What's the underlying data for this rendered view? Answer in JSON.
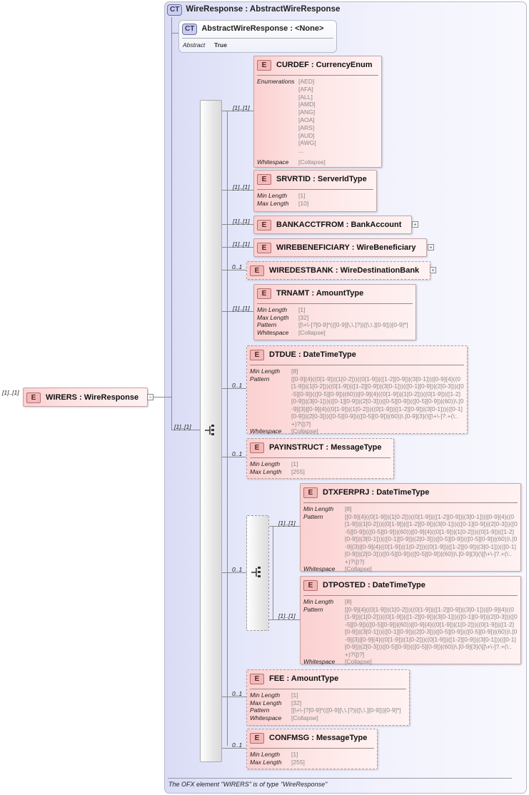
{
  "root": {
    "multiplicity": "[1]..[1]",
    "name": "WIRERS",
    "type": "WireResponse",
    "seq_multiplicity": "[1]..[1]"
  },
  "complex_type": {
    "badge": "CT",
    "name": "WireResponse",
    "base": "AbstractWireResponse",
    "abstract_box": {
      "badge": "CT",
      "name": "AbstractWireResponse",
      "base": "<None>",
      "prop_key": "Abstract",
      "prop_val": "True"
    }
  },
  "badge_e": "E",
  "elements": [
    {
      "name": "CURDEF",
      "type": "CurrencyEnum",
      "multiplicity": "[1]..[1]",
      "optional": false,
      "props": [
        {
          "k": "Enumerations",
          "v": "[AED]"
        },
        {
          "k": "",
          "v": "[AFA]"
        },
        {
          "k": "",
          "v": "[ALL]"
        },
        {
          "k": "",
          "v": "[AMD]"
        },
        {
          "k": "",
          "v": "[ANG]"
        },
        {
          "k": "",
          "v": "[AOA]"
        },
        {
          "k": "",
          "v": "[ARS]"
        },
        {
          "k": "",
          "v": "[AUD]"
        },
        {
          "k": "",
          "v": "[AWG]"
        },
        {
          "k": "",
          "v": "..."
        },
        {
          "k": "Whitespace",
          "v": "[Collapse]"
        }
      ]
    },
    {
      "name": "SRVRTID",
      "type": "ServerIdType",
      "multiplicity": "[1]..[1]",
      "optional": false,
      "props": [
        {
          "k": "Min Length",
          "v": "[1]"
        },
        {
          "k": "Max Length",
          "v": "[10]"
        }
      ]
    },
    {
      "name": "BANKACCTFROM",
      "type": "BankAccount",
      "multiplicity": "[1]..[1]",
      "optional": false,
      "expandable": true,
      "props": []
    },
    {
      "name": "WIREBENEFICIARY",
      "type": "WireBeneficiary",
      "multiplicity": "[1]..[1]",
      "optional": false,
      "expandable": true,
      "props": []
    },
    {
      "name": "WIREDESTBANK",
      "type": "WireDestinationBank",
      "multiplicity": "0..1",
      "optional": true,
      "expandable": true,
      "props": []
    },
    {
      "name": "TRNAMT",
      "type": "AmountType",
      "multiplicity": "[1]..[1]",
      "optional": false,
      "props": [
        {
          "k": "Min Length",
          "v": "[1]"
        },
        {
          "k": "Max Length",
          "v": "[32]"
        },
        {
          "k": "Pattern",
          "v": "[[\\+\\-]?[0-9]*(([0-9][\\,\\.]?)|([\\,\\.][0-9]))[0-9]*]"
        },
        {
          "k": "Whitespace",
          "v": "[Collapse]"
        }
      ]
    },
    {
      "name": "DTDUE",
      "type": "DateTimeType",
      "multiplicity": "0..1",
      "optional": true,
      "props": [
        {
          "k": "Min Length",
          "v": "[8]"
        },
        {
          "k": "Pattern",
          "v": "[[0-9]{4}((0[1-9])|(1[0-2]))((0[1-9])|([1-2][0-9])|(3[0-1]))|[0-9]{4}((0[1-9])|(1[0-2]))((0[1-9])|([1-2][0-9])|(3[0-1]))(([0-1][0-9])|(2[0-3]))([0-5][0-9])(([0-5][0-9])|(60))|[0-9]{4}((0[1-9])|(1[0-2]))((0[1-9])|([1-2][0-9])|(3[0-1]))(([0-1][0-9])|(2[0-3]))([0-5][0-9])(([0-5][0-9])|(60))\\.[0-9]{3}|[0-9]{4}((0[1-9])|(1[0-2]))((0[1-9])|([1-2][0-9])|(3[0-1]))(([0-1][0-9])|(2[0-3]))([0-5][0-9])(([0-5][0-9])|(60))\\.[0-9]{3}(\\[[\\+\\-]?.+(\\:.+)?\\])?]"
        },
        {
          "k": "Whitespace",
          "v": "[Collapse]"
        }
      ]
    },
    {
      "name": "PAYINSTRUCT",
      "type": "MessageType",
      "multiplicity": "0..1",
      "optional": true,
      "props": [
        {
          "k": "Min Length",
          "v": "[1]"
        },
        {
          "k": "Max Length",
          "v": "[255]"
        }
      ]
    },
    {
      "name": "DTXFERPRJ",
      "type": "DateTimeType",
      "multiplicity": "[1]..[1]",
      "optional": false,
      "props": [
        {
          "k": "Min Length",
          "v": "[8]"
        },
        {
          "k": "Pattern",
          "v": "[[0-9]{4}((0[1-9])|(1[0-2]))((0[1-9])|([1-2][0-9])|(3[0-1]))|[0-9]{4}((0[1-9])|(1[0-2]))((0[1-9])|([1-2][0-9])|(3[0-1]))(([0-1][0-9])|(2[0-3]))([0-5][0-9])(([0-5][0-9])|(60))|[0-9]{4}((0[1-9])|(1[0-2]))((0[1-9])|([1-2][0-9])|(3[0-1]))(([0-1][0-9])|(2[0-3]))([0-5][0-9])(([0-5][0-9])|(60))\\.[0-9]{3}|[0-9]{4}((0[1-9])|(1[0-2]))((0[1-9])|([1-2][0-9])|(3[0-1]))(([0-1][0-9])|(2[0-3]))([0-5][0-9])(([0-5][0-9])|(60))\\.[0-9]{3}(\\[[\\+\\-]?.+(\\:.+)?\\])?]"
        },
        {
          "k": "Whitespace",
          "v": "[Collapse]"
        }
      ]
    },
    {
      "name": "DTPOSTED",
      "type": "DateTimeType",
      "multiplicity": "[1]..[1]",
      "optional": false,
      "props": [
        {
          "k": "Min Length",
          "v": "[8]"
        },
        {
          "k": "Pattern",
          "v": "[[0-9]{4}((0[1-9])|(1[0-2]))((0[1-9])|([1-2][0-9])|(3[0-1]))|[0-9]{4}((0[1-9])|(1[0-2]))((0[1-9])|([1-2][0-9])|(3[0-1]))(([0-1][0-9])|(2[0-3]))([0-5][0-9])(([0-5][0-9])|(60))|[0-9]{4}((0[1-9])|(1[0-2]))((0[1-9])|([1-2][0-9])|(3[0-1]))(([0-1][0-9])|(2[0-3]))([0-5][0-9])(([0-5][0-9])|(60))\\.[0-9]{3}|[0-9]{4}((0[1-9])|(1[0-2]))((0[1-9])|([1-2][0-9])|(3[0-1]))(([0-1][0-9])|(2[0-3]))([0-5][0-9])(([0-5][0-9])|(60))\\.[0-9]{3}(\\[[\\+\\-]?.+(\\:.+)?\\])?]"
        },
        {
          "k": "Whitespace",
          "v": "[Collapse]"
        }
      ]
    },
    {
      "name": "FEE",
      "type": "AmountType",
      "multiplicity": "0..1",
      "optional": true,
      "props": [
        {
          "k": "Min Length",
          "v": "[1]"
        },
        {
          "k": "Max Length",
          "v": "[32]"
        },
        {
          "k": "Pattern",
          "v": "[[\\+\\-]?[0-9]*(([0-9][\\,\\.]?)|([\\,\\.][0-9]))[0-9]*]"
        },
        {
          "k": "Whitespace",
          "v": "[Collapse]"
        }
      ]
    },
    {
      "name": "CONFMSG",
      "type": "MessageType",
      "multiplicity": "0..1",
      "optional": true,
      "props": [
        {
          "k": "Min Length",
          "v": "[1]"
        },
        {
          "k": "Max Length",
          "v": "[255]"
        }
      ]
    }
  ],
  "choice_multiplicity": "0..1",
  "footer": "The OFX element \"WIRERS\" is of type \"WireResponse\""
}
